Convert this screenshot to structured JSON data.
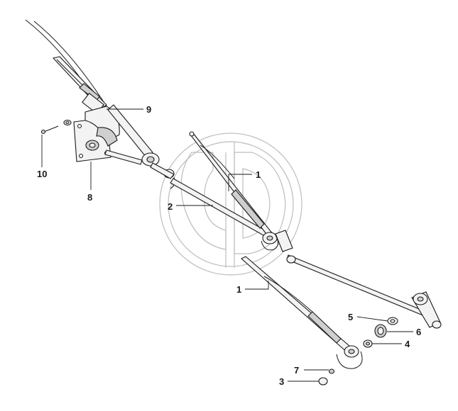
{
  "callouts": {
    "c1_upper": "1",
    "c1_lower": "1",
    "c2": "2",
    "c3": "3",
    "c4": "4",
    "c5": "5",
    "c6": "6",
    "c7": "7",
    "c8": "8",
    "c9": "9",
    "c10": "10"
  },
  "icons": {
    "watermark": "logo-watermark",
    "motor": "wiper-motor-icon",
    "linkage": "wiper-linkage-icon",
    "arm": "wiper-arm-icon"
  },
  "colors": {
    "line": "#1a1a1a",
    "watermark": "#bdbdbd",
    "fill": "#f3f3f3"
  }
}
